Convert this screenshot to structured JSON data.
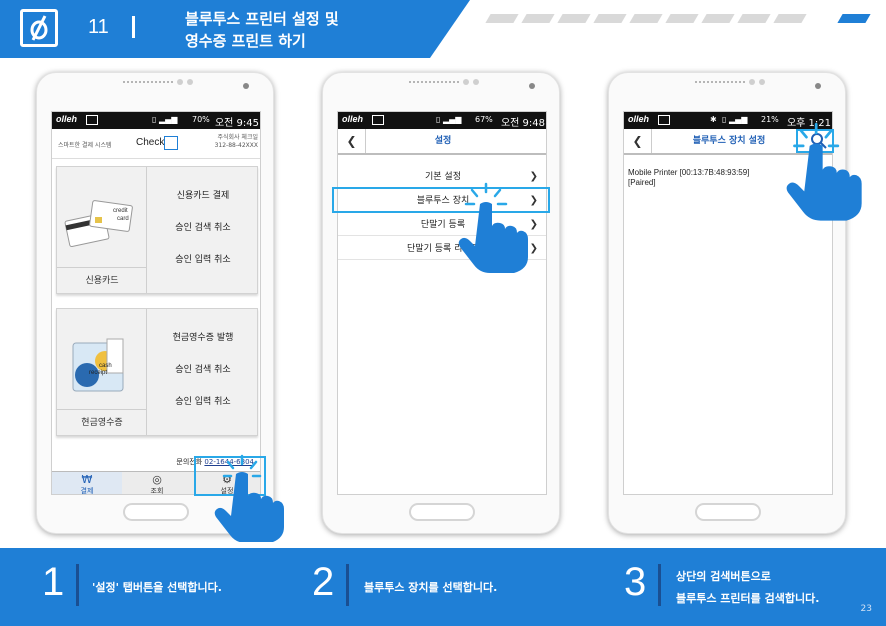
{
  "header": {
    "step_number": "11",
    "title_line1": "블루투스 프린터 설정 및",
    "title_line2": "영수증 프린트 하기",
    "accent_color": "#1f7fd6"
  },
  "phone1": {
    "status": {
      "carrier": "olleh",
      "network": "LTE",
      "battery": "70%",
      "time": "오전 9:45"
    },
    "header_left": "스마트한 결제 시스템",
    "brand": "Check",
    "company_line1": "주식회사 체크일",
    "company_line2": "312-88-42XXX",
    "credit_card": {
      "items": [
        "신용카드 결제",
        "승인 검색 취소",
        "승인 입력 취소"
      ],
      "label": "신용카드",
      "image_text": [
        "credit",
        "card"
      ]
    },
    "cash_receipt": {
      "items": [
        "현금영수증 발행",
        "승인 검색 취소",
        "승인 입력 취소"
      ],
      "label": "현금영수증",
      "image_text": [
        "cash",
        "receipt"
      ]
    },
    "contact_label": "문의전화",
    "contact_number": "02-1644-6804",
    "tabs": [
      {
        "icon": "₩",
        "label": "결제"
      },
      {
        "icon": "◎",
        "label": "조회"
      },
      {
        "icon": "⚙",
        "label": "설정"
      }
    ]
  },
  "phone2": {
    "status": {
      "carrier": "olleh",
      "network": "LTE",
      "battery": "67%",
      "time": "오전 9:48"
    },
    "title": "설정",
    "menu": [
      "기본 설정",
      "블루투스 장치",
      "단말기 등록",
      "단말기 등록 리스트"
    ]
  },
  "phone3": {
    "status": {
      "carrier": "olleh",
      "network": "LTE",
      "battery": "21%",
      "time": "오후 1:21"
    },
    "title": "블루투스 장치 설정",
    "device_name": "Mobile Printer [00:13:7B:48:93:59]",
    "device_state": "[Paired]"
  },
  "footer": {
    "steps": [
      {
        "num": "1",
        "text": "'설정' 탭버튼을 선택합니다."
      },
      {
        "num": "2",
        "text": "블루투스 장치를 선택합니다."
      },
      {
        "num": "3",
        "text_line1": "상단의 검색버튼으로",
        "text_line2": "블루투스 프린터를 검색합니다."
      }
    ],
    "page_number": "23"
  }
}
